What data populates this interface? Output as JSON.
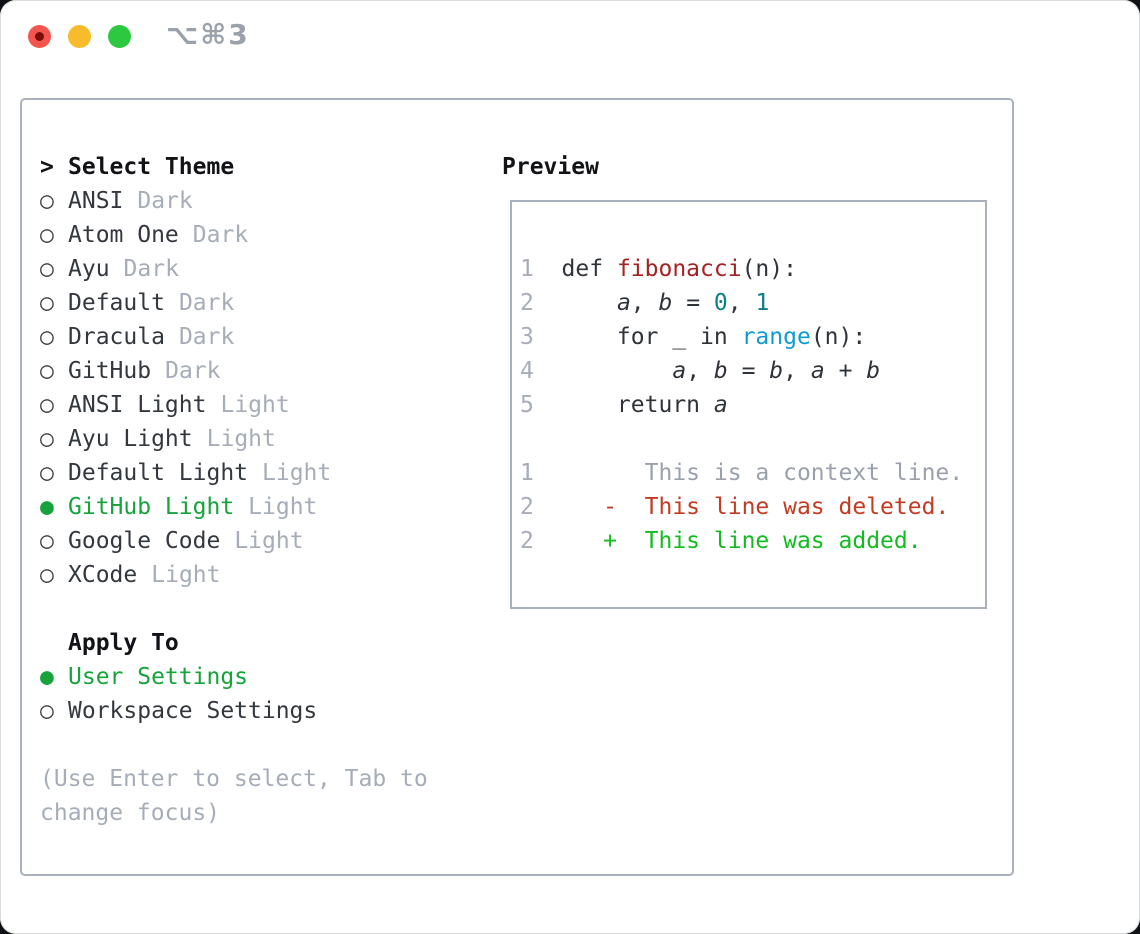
{
  "window": {
    "title": "⌥⌘3"
  },
  "titlebar": {
    "buttons": [
      "close",
      "minimize",
      "zoom"
    ]
  },
  "theme_list": {
    "pointer": ">",
    "header": "Select Theme",
    "items": [
      {
        "name": "ANSI",
        "variant": "Dark",
        "selected": false
      },
      {
        "name": "Atom One",
        "variant": "Dark",
        "selected": false
      },
      {
        "name": "Ayu",
        "variant": "Dark",
        "selected": false
      },
      {
        "name": "Default",
        "variant": "Dark",
        "selected": false
      },
      {
        "name": "Dracula",
        "variant": "Dark",
        "selected": false
      },
      {
        "name": "GitHub",
        "variant": "Dark",
        "selected": false
      },
      {
        "name": "ANSI Light",
        "variant": "Light",
        "selected": false
      },
      {
        "name": "Ayu Light",
        "variant": "Light",
        "selected": false
      },
      {
        "name": "Default Light",
        "variant": "Light",
        "selected": false
      },
      {
        "name": "GitHub Light",
        "variant": "Light",
        "selected": true
      },
      {
        "name": "Google Code",
        "variant": "Light",
        "selected": false
      },
      {
        "name": "XCode",
        "variant": "Light",
        "selected": false
      }
    ],
    "radio_unselected_glyph": "○",
    "radio_selected_glyph": "●"
  },
  "apply_to": {
    "header": "Apply To",
    "options": [
      {
        "label": "User Settings",
        "selected": true
      },
      {
        "label": "Workspace Settings",
        "selected": false
      }
    ]
  },
  "footer_hint": "(Use Enter to select, Tab to\nchange focus)",
  "preview": {
    "header": "Preview",
    "lines": [
      {
        "tokens": [
          [
            "1  ",
            "ln"
          ],
          [
            "def ",
            "code"
          ],
          [
            "fibonacci",
            "func"
          ],
          [
            "(n):",
            "code"
          ]
        ]
      },
      {
        "tokens": [
          [
            "2  ",
            "ln"
          ],
          [
            "    ",
            "code"
          ],
          [
            "a",
            "var"
          ],
          [
            ", ",
            "code"
          ],
          [
            "b",
            "var"
          ],
          [
            " = ",
            "code"
          ],
          [
            "0",
            "num"
          ],
          [
            ", ",
            "code"
          ],
          [
            "1",
            "num"
          ]
        ]
      },
      {
        "tokens": [
          [
            "3  ",
            "ln"
          ],
          [
            "    for _ in ",
            "code"
          ],
          [
            "range",
            "builtin"
          ],
          [
            "(n):",
            "code"
          ]
        ]
      },
      {
        "tokens": [
          [
            "4  ",
            "ln"
          ],
          [
            "        ",
            "code"
          ],
          [
            "a",
            "var"
          ],
          [
            ", ",
            "code"
          ],
          [
            "b",
            "var"
          ],
          [
            " = ",
            "code"
          ],
          [
            "b",
            "var"
          ],
          [
            ", ",
            "code"
          ],
          [
            "a",
            "var"
          ],
          [
            " + ",
            "code"
          ],
          [
            "b",
            "var"
          ]
        ]
      },
      {
        "tokens": [
          [
            "5  ",
            "ln"
          ],
          [
            "    return ",
            "code"
          ],
          [
            "a",
            "var"
          ]
        ]
      },
      {
        "tokens": []
      },
      {
        "tokens": [
          [
            "1  ",
            "ln"
          ],
          [
            "      This is a context line.",
            "ctx"
          ]
        ]
      },
      {
        "tokens": [
          [
            "2  ",
            "ln"
          ],
          [
            "   ",
            "code"
          ],
          [
            "-  This line was deleted.",
            "del"
          ]
        ]
      },
      {
        "tokens": [
          [
            "2  ",
            "ln"
          ],
          [
            "   ",
            "code"
          ],
          [
            "+  This line was added.",
            "add"
          ]
        ]
      }
    ]
  },
  "colors": {
    "accent_green": "#16a33c",
    "diff_deleted": "#c33b22",
    "diff_added": "#12bc20",
    "syntax_function": "#a32222",
    "syntax_number": "#0d7e86",
    "syntax_builtin": "#0f9bd3",
    "muted_gray": "#a6adb8",
    "panel_border": "#a9b1ba",
    "traffic_close": "#f3564e",
    "traffic_minimize": "#f8bb2b",
    "traffic_zoom": "#2bc840"
  }
}
